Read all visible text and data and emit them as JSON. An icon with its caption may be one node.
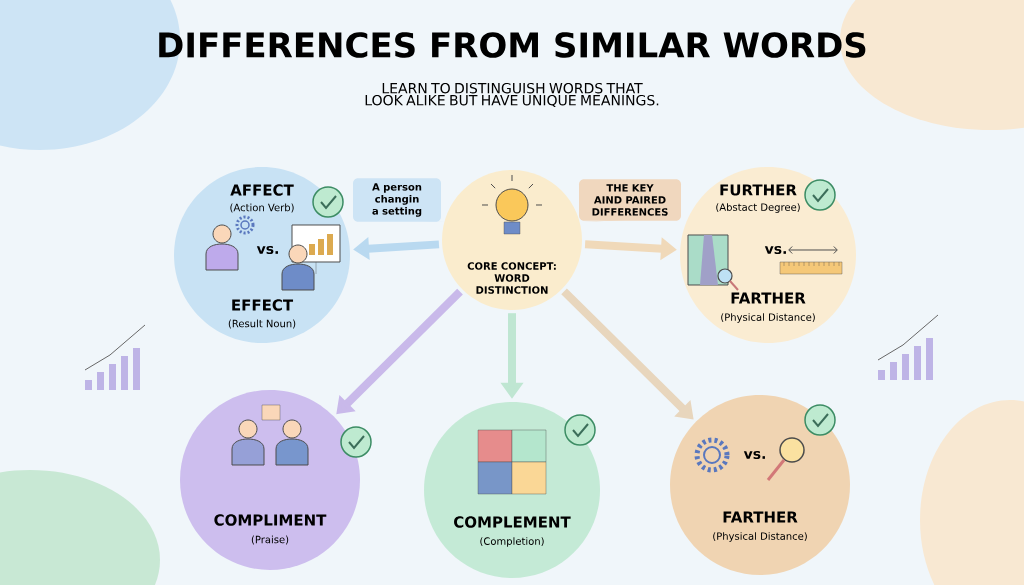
{
  "diagram": {
    "title": "DIFFERENCES FROM SIMILAR WORDS",
    "nodes": [
      {
        "text": [
          "CORE CONCEPT: WORD DISTINCTION"
        ]
      },
      {
        "text": [
          "A person changin a setting"
        ]
      },
      {
        "text": [
          "THE KEY AIND PAIRED DIFFERENCES"
        ]
      },
      {
        "text": [
          "AFFECT",
          "(Action Verb)",
          "vs.",
          "EFFECT",
          "(Result Noun)"
        ]
      },
      {
        "text": [
          "FURTHER",
          "(Abstact Degree)",
          "vs.",
          "FARTHER",
          "(Physical Distance)"
        ]
      },
      {
        "text": [
          "COMPLIMENT",
          "(Praise)"
        ]
      },
      {
        "text": [
          "COMPLEMENT",
          "(Completion)"
        ]
      },
      {
        "text": [
          "vs.",
          "FARTHER",
          "(Physical Distance)"
        ]
      }
    ],
    "edges": [
      {
        "from": 0,
        "to": 3,
        "arrow": "to",
        "color": "#b9d9f0"
      },
      {
        "from": 0,
        "to": 4,
        "arrow": "to",
        "color": "#f0d9b9"
      },
      {
        "from": 0,
        "to": 5,
        "arrow": "to",
        "color": "#c9b9ea"
      },
      {
        "from": 0,
        "to": 6,
        "arrow": "to",
        "color": "#bfe6d2"
      },
      {
        "from": 0,
        "to": 7,
        "arrow": "to",
        "color": "#e8d6bd"
      }
    ],
    "labels": [
      "LEARN TO DISTINGUISH WORDS THAT LOOK ALIKE BUT HAVE UNIQUE MEANINGS."
    ]
  }
}
